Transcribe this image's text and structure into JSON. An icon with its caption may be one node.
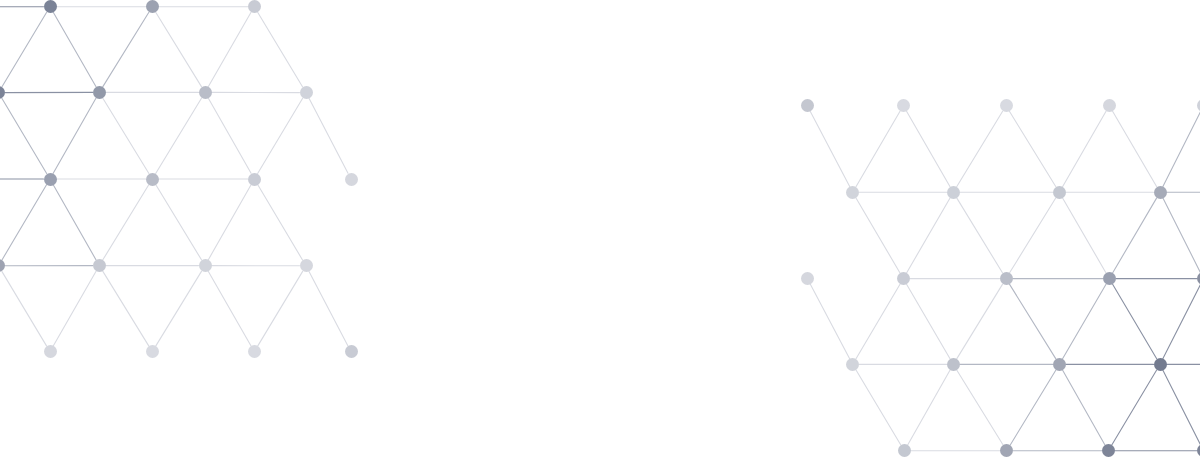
{
  "diagram": {
    "nodes": [
      {
        "text": [],
        "shape": "circle"
      },
      {
        "text": [],
        "shape": "circle"
      },
      {
        "text": [],
        "shape": "circle"
      },
      {
        "text": [],
        "shape": "circle"
      },
      {
        "text": [],
        "shape": "circle"
      },
      {
        "text": [],
        "shape": "circle"
      },
      {
        "text": [],
        "shape": "circle"
      },
      {
        "text": [],
        "shape": "circle"
      },
      {
        "text": [],
        "shape": "circle"
      },
      {
        "text": [],
        "shape": "circle"
      },
      {
        "text": [],
        "shape": "circle"
      },
      {
        "text": [],
        "shape": "circle"
      },
      {
        "text": [],
        "shape": "circle"
      },
      {
        "text": [],
        "shape": "circle"
      },
      {
        "text": [],
        "shape": "circle"
      },
      {
        "text": [],
        "shape": "circle"
      },
      {
        "text": [],
        "shape": "circle"
      },
      {
        "text": [],
        "shape": "circle"
      },
      {
        "text": [],
        "shape": "circle"
      },
      {
        "text": [],
        "shape": "circle"
      },
      {
        "text": [],
        "shape": "circle"
      },
      {
        "text": [],
        "shape": "circle"
      },
      {
        "text": [],
        "shape": "circle"
      },
      {
        "text": [],
        "shape": "circle"
      },
      {
        "text": [],
        "shape": "circle"
      },
      {
        "text": [],
        "shape": "circle"
      },
      {
        "text": [],
        "shape": "circle"
      },
      {
        "text": [],
        "shape": "circle"
      },
      {
        "text": [],
        "shape": "circle"
      },
      {
        "text": [],
        "shape": "circle"
      },
      {
        "text": [],
        "shape": "circle"
      },
      {
        "text": [],
        "shape": "circle"
      },
      {
        "text": [],
        "shape": "circle"
      },
      {
        "text": [],
        "shape": "circle"
      },
      {
        "text": [],
        "shape": "circle"
      },
      {
        "text": [],
        "shape": "circle"
      },
      {
        "text": [],
        "shape": "circle"
      },
      {
        "text": [],
        "shape": "circle"
      },
      {
        "text": [],
        "shape": "circle"
      },
      {
        "text": [],
        "shape": "circle"
      },
      {
        "text": [],
        "shape": "circle"
      }
    ],
    "edges": [
      {
        "from": null,
        "to": 0,
        "arrow": "none",
        "color": "#8a91a3"
      },
      {
        "from": 0,
        "to": 1,
        "arrow": "none"
      },
      {
        "from": 1,
        "to": 2,
        "arrow": "none"
      },
      {
        "from": 0,
        "to": 3,
        "arrow": "none",
        "color": "#b3b8c4"
      },
      {
        "from": 0,
        "to": 4,
        "arrow": "none",
        "color": "#b3b8c4"
      },
      {
        "from": 1,
        "to": 4,
        "arrow": "none",
        "color": "#b3b8c4"
      },
      {
        "from": 1,
        "to": 5,
        "arrow": "none"
      },
      {
        "from": 2,
        "to": 5,
        "arrow": "none"
      },
      {
        "from": 2,
        "to": 6,
        "arrow": "none"
      },
      {
        "from": 3,
        "to": 4,
        "arrow": "none",
        "color": "#8a91a3"
      },
      {
        "from": 4,
        "to": 5,
        "arrow": "none"
      },
      {
        "from": 5,
        "to": 6,
        "arrow": "none"
      },
      {
        "from": 3,
        "to": 7,
        "arrow": "none",
        "color": "#b3b8c4"
      },
      {
        "from": 4,
        "to": 7,
        "arrow": "none",
        "color": "#b3b8c4"
      },
      {
        "from": 4,
        "to": 8,
        "arrow": "none"
      },
      {
        "from": 5,
        "to": 8,
        "arrow": "none"
      },
      {
        "from": 5,
        "to": 9,
        "arrow": "none"
      },
      {
        "from": 6,
        "to": 9,
        "arrow": "none"
      },
      {
        "from": 6,
        "to": 10,
        "arrow": "none"
      },
      {
        "from": null,
        "to": 7,
        "arrow": "none",
        "color": "#8a91a3"
      },
      {
        "from": 7,
        "to": 8,
        "arrow": "none"
      },
      {
        "from": 8,
        "to": 9,
        "arrow": "none"
      },
      {
        "from": 7,
        "to": 11,
        "arrow": "none",
        "color": "#b3b8c4"
      },
      {
        "from": 7,
        "to": 12,
        "arrow": "none",
        "color": "#b3b8c4"
      },
      {
        "from": 8,
        "to": 12,
        "arrow": "none"
      },
      {
        "from": 8,
        "to": 13,
        "arrow": "none"
      },
      {
        "from": 9,
        "to": 13,
        "arrow": "none"
      },
      {
        "from": 9,
        "to": 14,
        "arrow": "none"
      },
      {
        "from": 11,
        "to": 12,
        "arrow": "none",
        "color": "#b3b8c4"
      },
      {
        "from": 12,
        "to": 13,
        "arrow": "none"
      },
      {
        "from": 13,
        "to": 14,
        "arrow": "none"
      },
      {
        "from": 11,
        "to": 15,
        "arrow": "none"
      },
      {
        "from": 12,
        "to": 15,
        "arrow": "none"
      },
      {
        "from": 12,
        "to": 16,
        "arrow": "none"
      },
      {
        "from": 13,
        "to": 16,
        "arrow": "none"
      },
      {
        "from": 13,
        "to": 17,
        "arrow": "none"
      },
      {
        "from": 14,
        "to": 17,
        "arrow": "none"
      },
      {
        "from": 14,
        "to": 18,
        "arrow": "none"
      },
      {
        "from": 19,
        "to": 24,
        "arrow": "none"
      },
      {
        "from": 20,
        "to": 24,
        "arrow": "none"
      },
      {
        "from": 20,
        "to": 25,
        "arrow": "none"
      },
      {
        "from": 21,
        "to": 25,
        "arrow": "none"
      },
      {
        "from": 21,
        "to": 26,
        "arrow": "none"
      },
      {
        "from": 22,
        "to": 26,
        "arrow": "none"
      },
      {
        "from": 22,
        "to": 27,
        "arrow": "none"
      },
      {
        "from": 23,
        "to": 27,
        "arrow": "none",
        "color": "#b3b8c4"
      },
      {
        "from": 24,
        "to": 25,
        "arrow": "none"
      },
      {
        "from": 25,
        "to": 26,
        "arrow": "none"
      },
      {
        "from": 26,
        "to": 27,
        "arrow": "none"
      },
      {
        "from": 27,
        "to": null,
        "arrow": "none",
        "color": "#b3b8c4"
      },
      {
        "from": 24,
        "to": 29,
        "arrow": "none"
      },
      {
        "from": 25,
        "to": 29,
        "arrow": "none"
      },
      {
        "from": 25,
        "to": 30,
        "arrow": "none"
      },
      {
        "from": 26,
        "to": 30,
        "arrow": "none"
      },
      {
        "from": 26,
        "to": 31,
        "arrow": "none"
      },
      {
        "from": 27,
        "to": 31,
        "arrow": "none",
        "color": "#b3b8c4"
      },
      {
        "from": 27,
        "to": 32,
        "arrow": "none",
        "color": "#b3b8c4"
      },
      {
        "from": 29,
        "to": 30,
        "arrow": "none"
      },
      {
        "from": 30,
        "to": 31,
        "arrow": "none",
        "color": "#b3b8c4"
      },
      {
        "from": 31,
        "to": 32,
        "arrow": "none",
        "color": "#8a91a3"
      },
      {
        "from": 28,
        "to": 33,
        "arrow": "none"
      },
      {
        "from": 29,
        "to": 33,
        "arrow": "none"
      },
      {
        "from": 29,
        "to": 34,
        "arrow": "none"
      },
      {
        "from": 30,
        "to": 34,
        "arrow": "none"
      },
      {
        "from": 30,
        "to": 35,
        "arrow": "none",
        "color": "#b3b8c4"
      },
      {
        "from": 31,
        "to": 35,
        "arrow": "none",
        "color": "#b3b8c4"
      },
      {
        "from": 31,
        "to": 36,
        "arrow": "none",
        "color": "#8a91a3"
      },
      {
        "from": 32,
        "to": 36,
        "arrow": "none",
        "color": "#8a91a3"
      },
      {
        "from": 33,
        "to": 34,
        "arrow": "none"
      },
      {
        "from": 34,
        "to": 35,
        "arrow": "none",
        "color": "#b3b8c4"
      },
      {
        "from": 35,
        "to": 36,
        "arrow": "none",
        "color": "#8a91a3"
      },
      {
        "from": 36,
        "to": null,
        "arrow": "none",
        "color": "#8a91a3"
      },
      {
        "from": 33,
        "to": 37,
        "arrow": "none"
      },
      {
        "from": 34,
        "to": 37,
        "arrow": "none"
      },
      {
        "from": 34,
        "to": 38,
        "arrow": "none"
      },
      {
        "from": 35,
        "to": 38,
        "arrow": "none",
        "color": "#b3b8c4"
      },
      {
        "from": 35,
        "to": 39,
        "arrow": "none",
        "color": "#b3b8c4"
      },
      {
        "from": 36,
        "to": 39,
        "arrow": "none",
        "color": "#8a91a3"
      },
      {
        "from": 36,
        "to": 40,
        "arrow": "none",
        "color": "#8a91a3"
      },
      {
        "from": 37,
        "to": 38,
        "arrow": "none"
      },
      {
        "from": 38,
        "to": 39,
        "arrow": "none",
        "color": "#b3b8c4"
      },
      {
        "from": 39,
        "to": 40,
        "arrow": "none",
        "color": "#8a91a3"
      }
    ]
  }
}
